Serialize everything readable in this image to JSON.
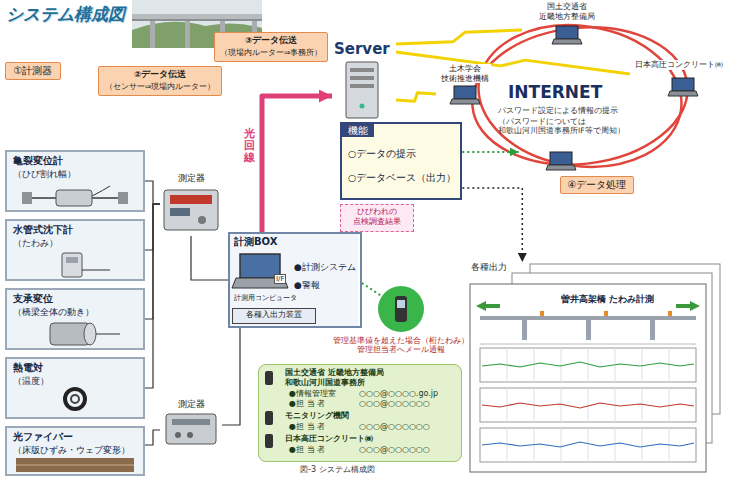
{
  "diagram": {
    "title": "システム構成図",
    "caption": "図-3 システム構成図",
    "nodes": [
      {
        "text": [
          "①計測器"
        ]
      },
      {
        "text": [
          "②データ伝送",
          "（センサー⇒現場内ルーター）"
        ]
      },
      {
        "text": [
          "③データ伝送",
          "（現場内ルーター⇒事務所）"
        ]
      },
      {
        "text": [
          "亀裂変位計",
          "（ひび割れ幅）"
        ]
      },
      {
        "text": [
          "水管式沈下計",
          "（たわみ）"
        ]
      },
      {
        "text": [
          "支承変位",
          "（橋梁全体の動き）"
        ]
      },
      {
        "text": [
          "熱電対",
          "（温度）"
        ]
      },
      {
        "text": [
          "光ファイバー",
          "（床版ひずみ・ウェブ変形）"
        ]
      },
      {
        "text": [
          "測定器"
        ]
      },
      {
        "text": [
          "測定器"
        ]
      },
      {
        "text": [
          "計測BOX",
          "●計測システム",
          "●警報",
          "I/F",
          "計測用コンピュータ"
        ]
      },
      {
        "text": [
          "各種入出力装置"
        ],
        "in": 10
      },
      {
        "text": [
          "Server"
        ]
      },
      {
        "text": [
          "機能",
          "○データの提示",
          "○データベース（出力）"
        ]
      },
      {
        "text": [
          "ひびわれの 点検調査結果"
        ]
      },
      {
        "text": [
          "④データ処理"
        ]
      },
      {
        "text": [
          "土木学会 技術推進機構"
        ]
      },
      {
        "text": [
          "国土交通省 近畿地方整備局"
        ]
      },
      {
        "text": [
          "INTERNET",
          "パスワード設定による情報の提示",
          "（パスワードについては 和歌山河川国道事務所IF等で周知）"
        ]
      },
      {
        "text": [
          "日本高圧コンクリート㈱"
        ]
      },
      {
        "text": [
          "管理基準値を超えた場合（桁たわみ） 管理担当者へメール通報"
        ]
      },
      {
        "text": [
          "国土交通省 近畿地方整備局 和歌山河川国道事務所",
          "●情報管理室",
          "○○○@○○○○.go.jp",
          "●担 当 者",
          "○○○@○○○○○○",
          "モニタリング機関",
          "●担 当 者",
          "○○○@○○○○○○",
          "日本高圧コンクリート㈱",
          "●担 当 者",
          "○○○@○○○○○○"
        ]
      },
      {
        "text": [
          "各種出力",
          "曽井高架橋 たわみ計測"
        ]
      }
    ],
    "edges": [
      {
        "from": 3,
        "to": 8,
        "arrow": "none"
      },
      {
        "from": 4,
        "to": 8,
        "arrow": "none"
      },
      {
        "from": 5,
        "to": 8,
        "arrow": "none"
      },
      {
        "from": 6,
        "to": 8,
        "arrow": "none"
      },
      {
        "from": 7,
        "to": 9,
        "arrow": "none"
      },
      {
        "from": 8,
        "to": 10,
        "arrow": "none"
      },
      {
        "from": 9,
        "to": 10,
        "arrow": "none"
      },
      {
        "from": 10,
        "to": 12,
        "label": "光回線",
        "arrow": "to"
      },
      {
        "from": 12,
        "to": 16,
        "arrow": "none"
      },
      {
        "from": 12,
        "to": 17,
        "arrow": "none"
      },
      {
        "from": 12,
        "to": 19,
        "arrow": "none"
      },
      {
        "from": 13,
        "to": 18,
        "arrow": "to"
      },
      {
        "from": 13,
        "to": 22,
        "arrow": "to"
      },
      {
        "from": 10,
        "to": 20,
        "arrow": "none"
      }
    ]
  }
}
